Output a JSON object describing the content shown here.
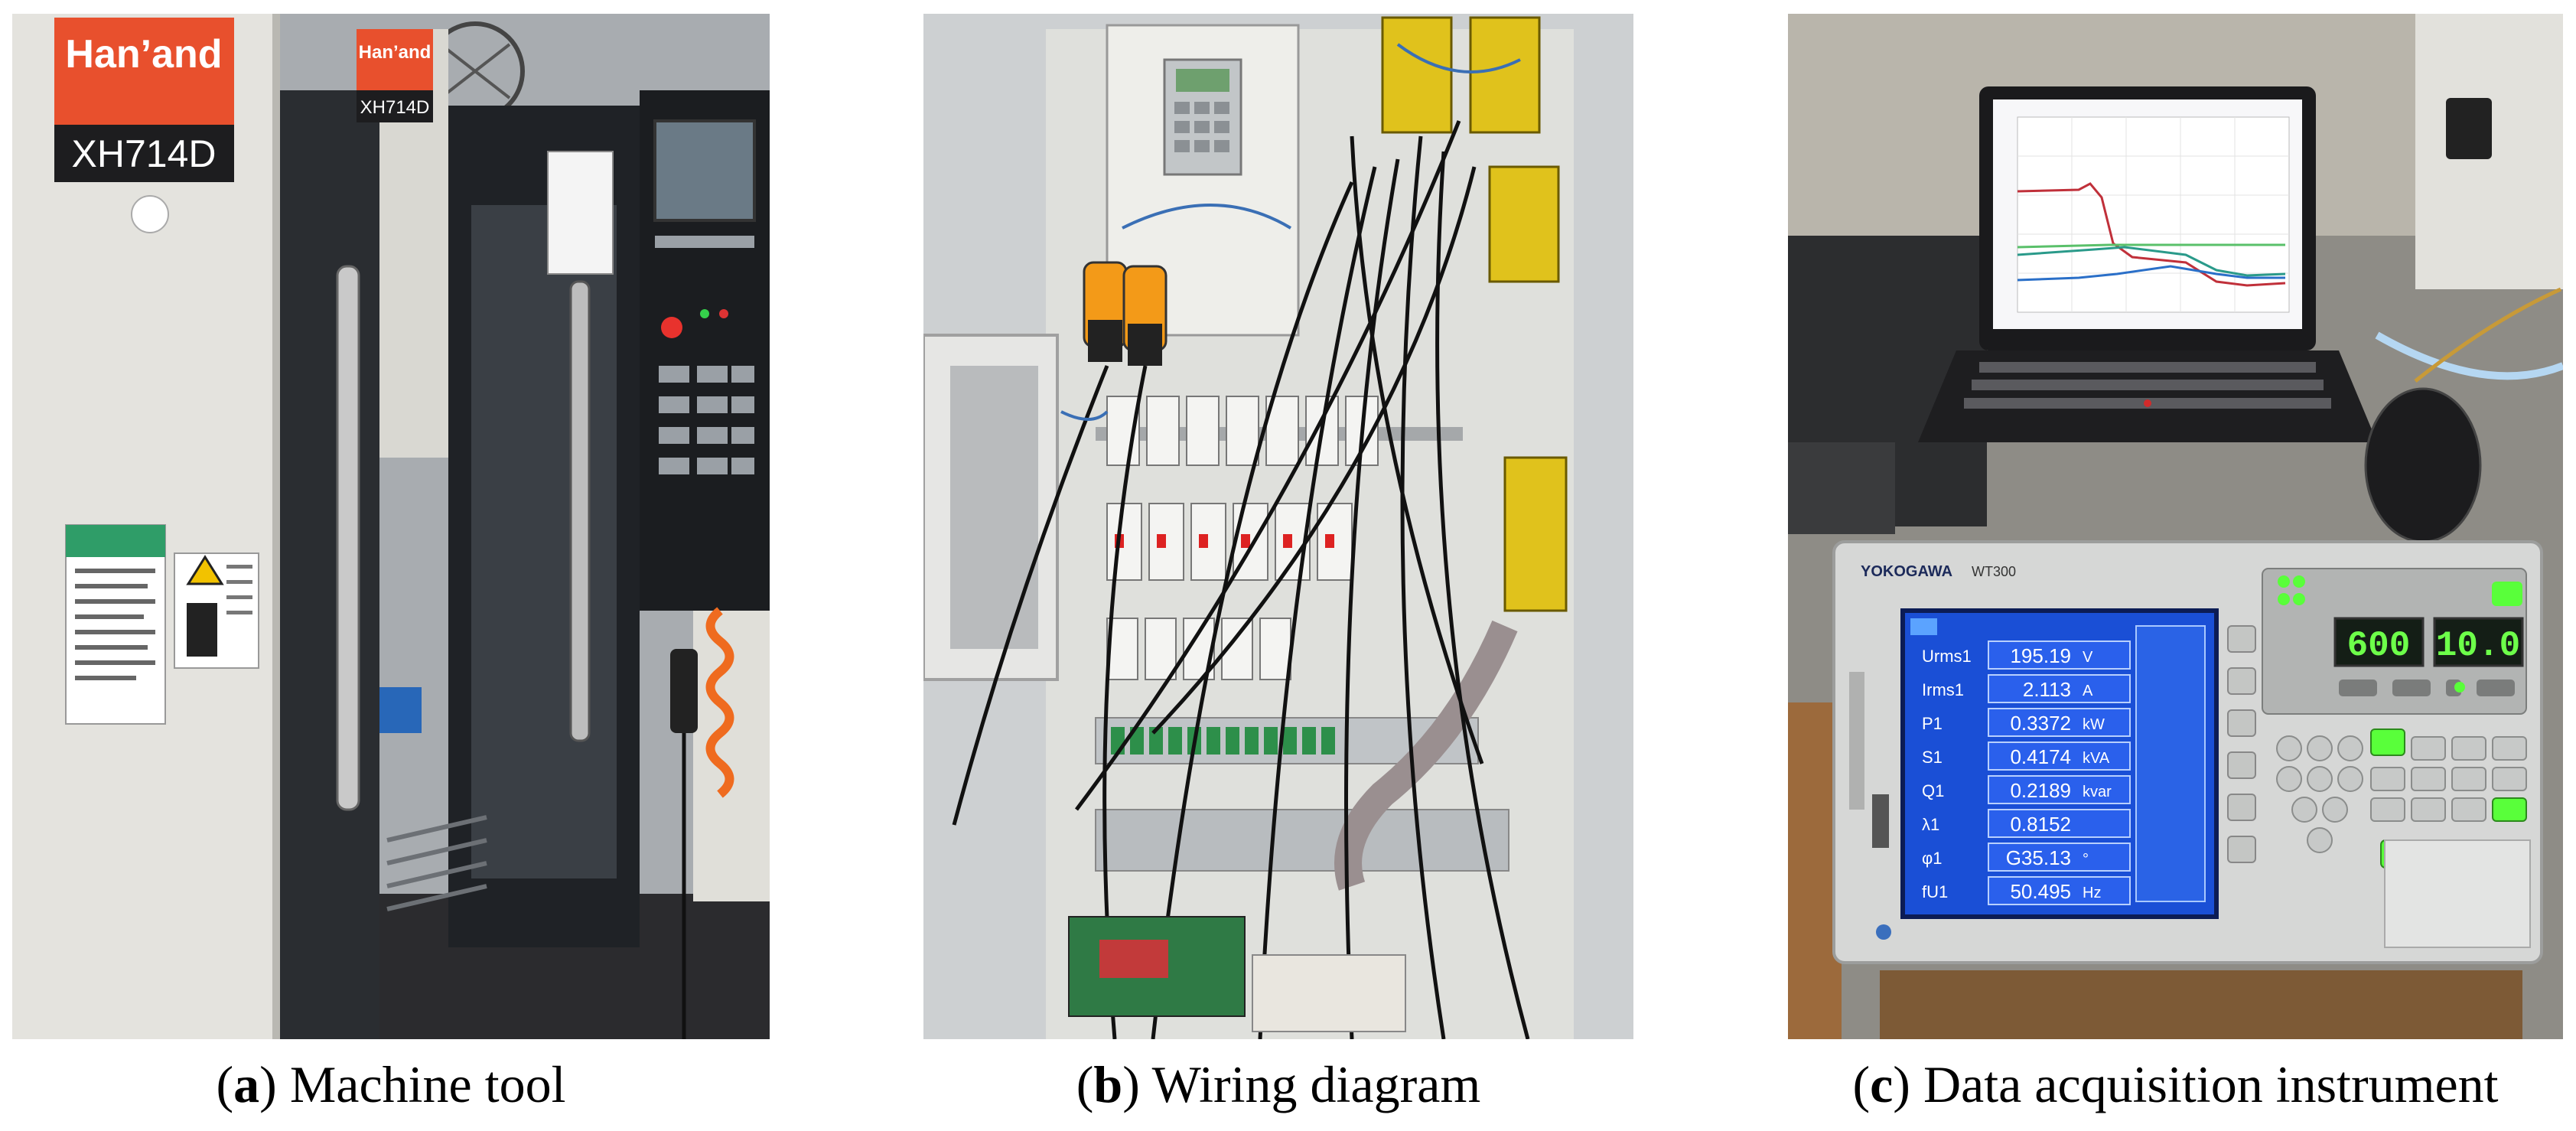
{
  "figure": {
    "panels": [
      {
        "id": "a",
        "letter": "a",
        "label": "Machine tool",
        "brand_label": "Han’and",
        "model_label": "XH714D",
        "small_model_label": "XH714D"
      },
      {
        "id": "b",
        "letter": "b",
        "label": "Wiring diagram"
      },
      {
        "id": "c",
        "letter": "c",
        "label": "Data acquisition instrument",
        "instrument_brand": "YOKOGAWA",
        "instrument_model": "WT300",
        "range_voltage": "600",
        "range_current": "10.0",
        "readings": [
          {
            "label": "Urms1",
            "value": "195.19",
            "unit": "V"
          },
          {
            "label": "Irms1",
            "value": "2.113",
            "unit": "A"
          },
          {
            "label": "P1",
            "value": "0.3372",
            "unit": "kW"
          },
          {
            "label": "S1",
            "value": "0.4174",
            "unit": "kVA"
          },
          {
            "label": "Q1",
            "value": "0.2189",
            "unit": "kvar"
          },
          {
            "label": "λ1",
            "value": "0.8152",
            "unit": ""
          },
          {
            "label": "φ1",
            "value": "G35.13",
            "unit": "°"
          },
          {
            "label": "fU1",
            "value": "50.495",
            "unit": "Hz"
          }
        ]
      }
    ],
    "colors": {
      "brand_red": "#e8502d",
      "instrument_screen": "#1a4fd6",
      "led_green": "#59ff3a"
    }
  }
}
